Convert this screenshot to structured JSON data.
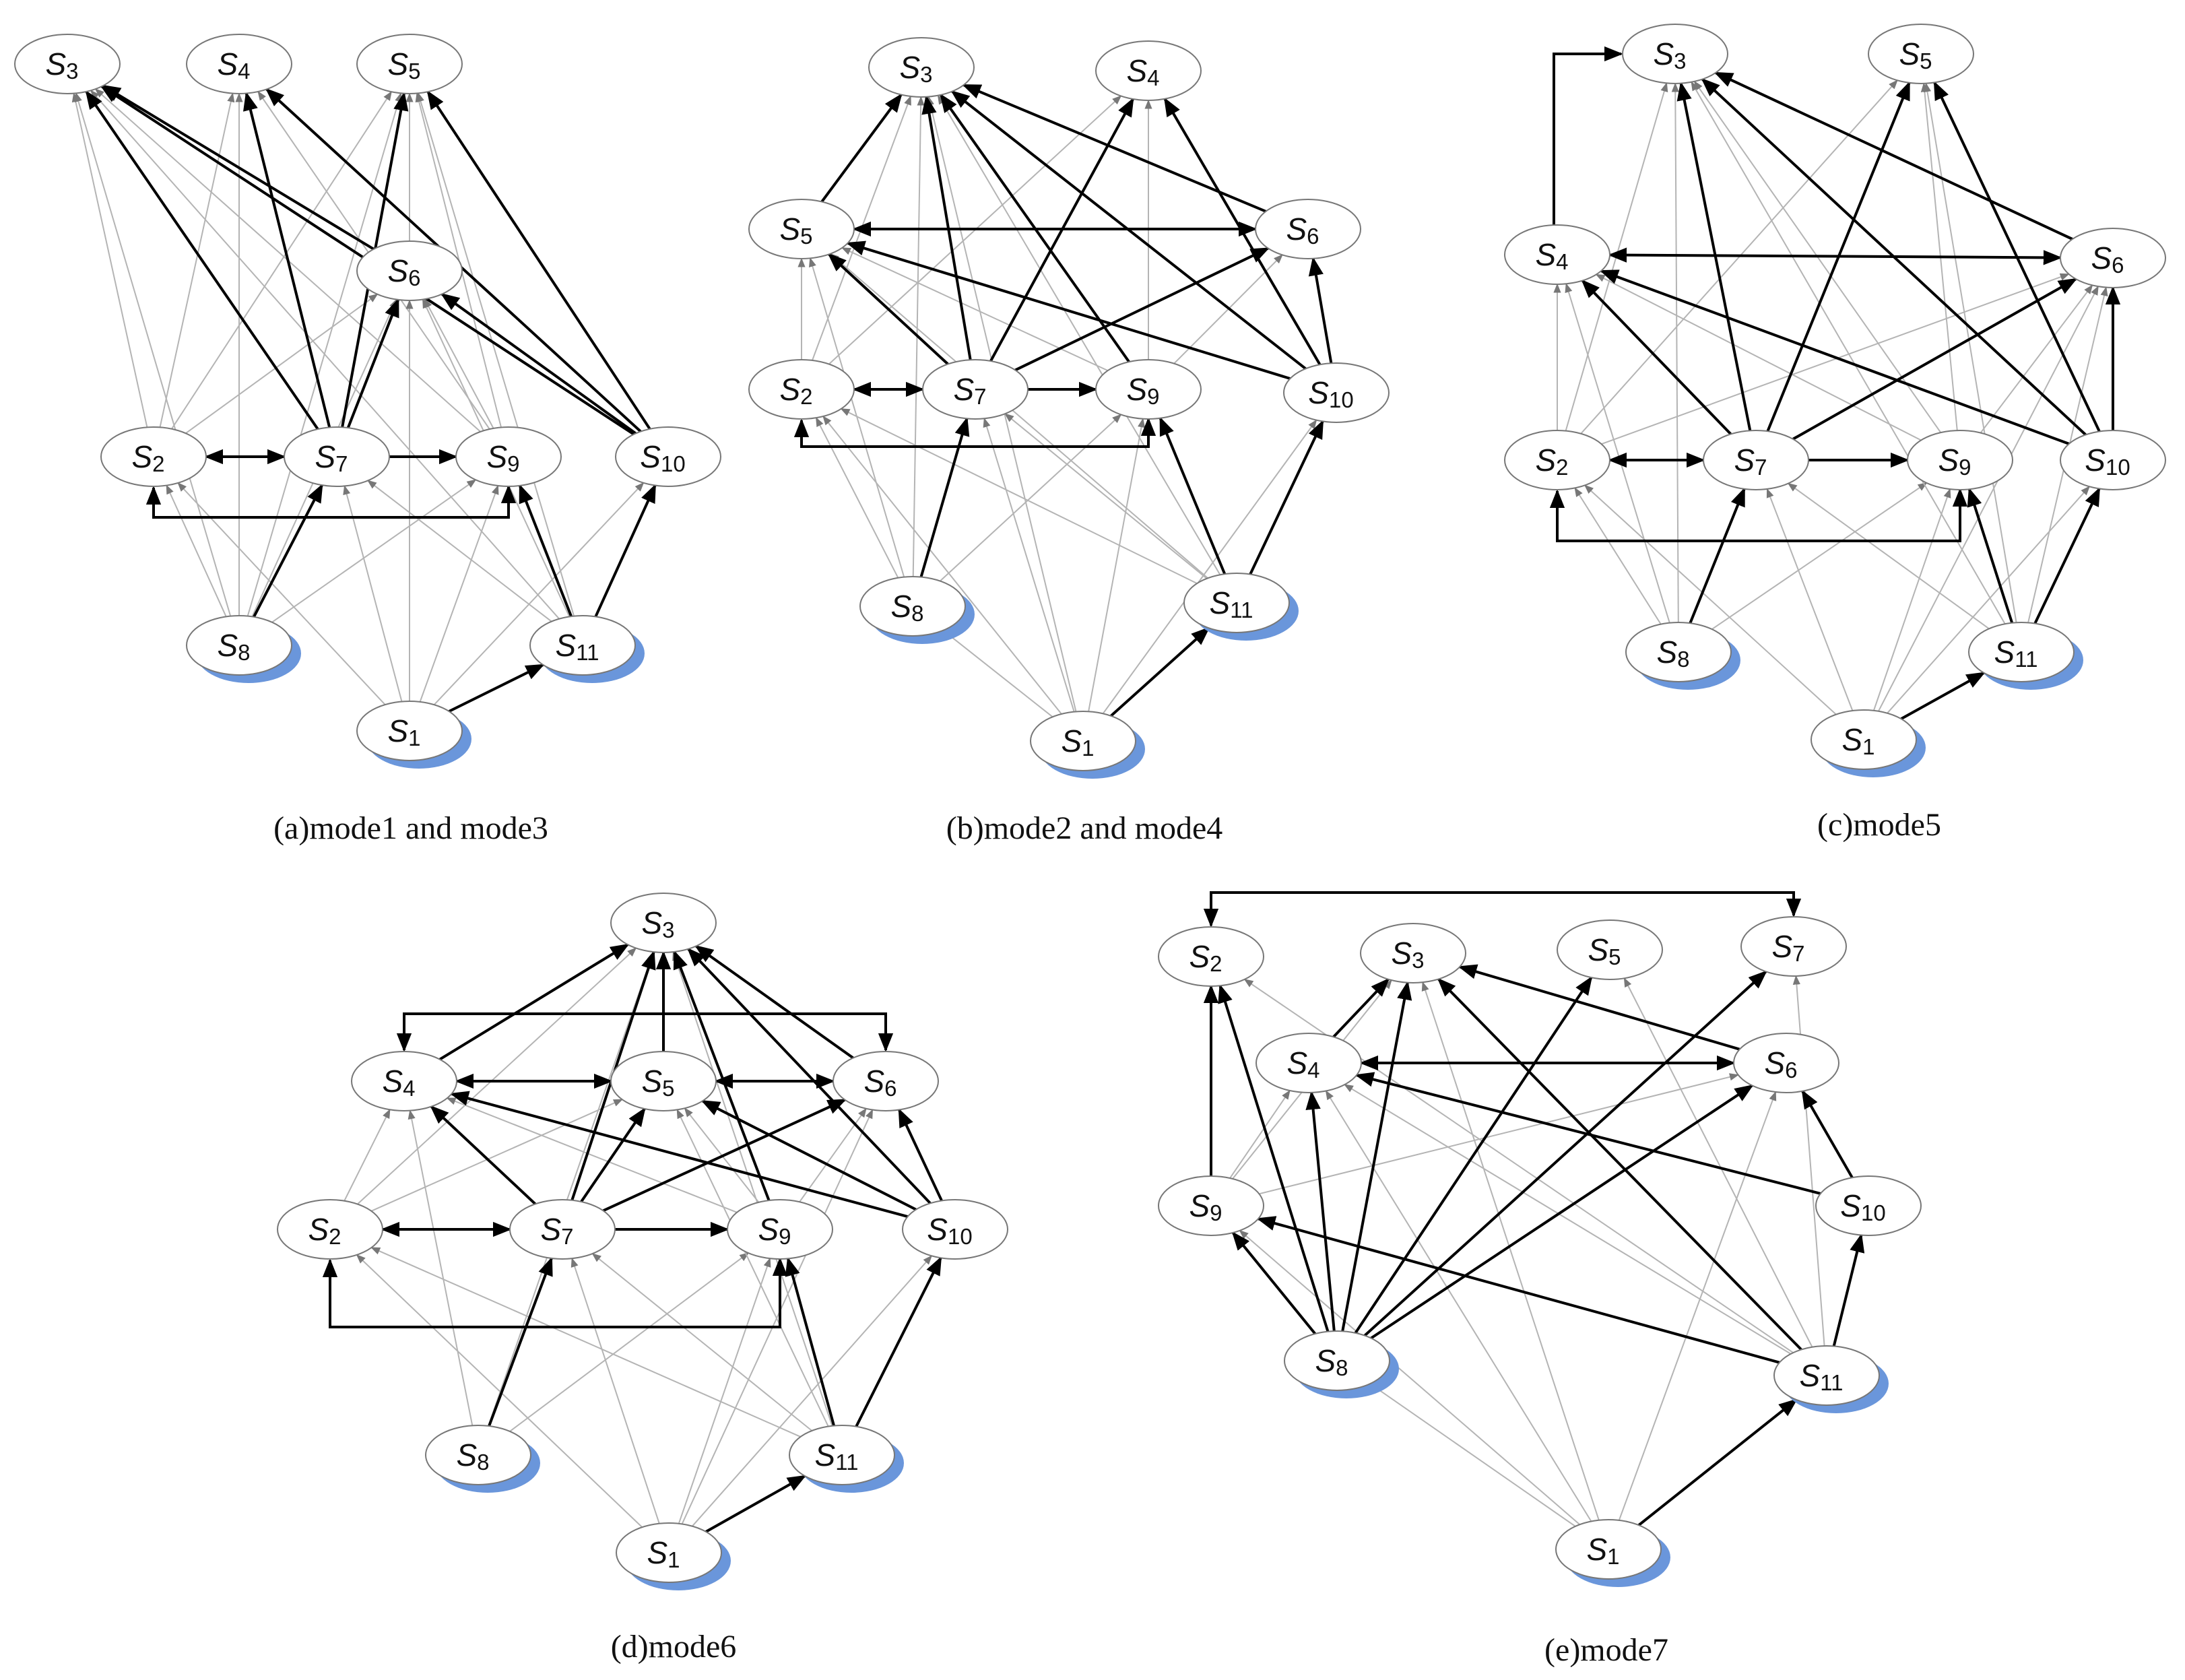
{
  "panels": [
    {
      "id": "a",
      "caption": "(a)mode1 and mode3",
      "nodes": [
        {
          "id": "3",
          "label": "S",
          "sub": "3"
        },
        {
          "id": "4",
          "label": "S",
          "sub": "4"
        },
        {
          "id": "5",
          "label": "S",
          "sub": "5"
        },
        {
          "id": "6",
          "label": "S",
          "sub": "6"
        },
        {
          "id": "2",
          "label": "S",
          "sub": "2"
        },
        {
          "id": "7",
          "label": "S",
          "sub": "7"
        },
        {
          "id": "9",
          "label": "S",
          "sub": "9"
        },
        {
          "id": "10",
          "label": "S",
          "sub": "10"
        },
        {
          "id": "8",
          "label": "S",
          "sub": "8",
          "shadow": true
        },
        {
          "id": "11",
          "label": "S",
          "sub": "11",
          "shadow": true
        },
        {
          "id": "1",
          "label": "S",
          "sub": "1",
          "shadow": true
        }
      ],
      "edges_bold": [
        [
          "7",
          "3"
        ],
        [
          "7",
          "4"
        ],
        [
          "7",
          "5"
        ],
        [
          "7",
          "6"
        ],
        [
          "6",
          "3"
        ],
        [
          "10",
          "3"
        ],
        [
          "10",
          "4"
        ],
        [
          "10",
          "5"
        ],
        [
          "10",
          "6"
        ],
        [
          "8",
          "7"
        ],
        [
          "11",
          "9"
        ],
        [
          "11",
          "10"
        ],
        [
          "1",
          "11"
        ],
        [
          "7",
          "9"
        ]
      ],
      "edges_bidir": [
        [
          "2",
          "7"
        ]
      ],
      "edges_elbow": [
        [
          "9",
          "2"
        ]
      ],
      "edges_gray": [
        [
          "2",
          "3"
        ],
        [
          "2",
          "4"
        ],
        [
          "2",
          "5"
        ],
        [
          "2",
          "6"
        ],
        [
          "9",
          "3"
        ],
        [
          "9",
          "4"
        ],
        [
          "9",
          "5"
        ],
        [
          "9",
          "6"
        ],
        [
          "8",
          "3"
        ],
        [
          "8",
          "4"
        ],
        [
          "8",
          "2"
        ],
        [
          "8",
          "6"
        ],
        [
          "8",
          "9"
        ],
        [
          "11",
          "3"
        ],
        [
          "11",
          "5"
        ],
        [
          "11",
          "6"
        ],
        [
          "11",
          "7"
        ],
        [
          "1",
          "2"
        ],
        [
          "1",
          "7"
        ],
        [
          "1",
          "9"
        ],
        [
          "1",
          "6"
        ],
        [
          "1",
          "10"
        ],
        [
          "7",
          "5"
        ],
        [
          "6",
          "5"
        ],
        [
          "8",
          "5"
        ]
      ]
    },
    {
      "id": "b",
      "caption": "(b)mode2 and mode4",
      "nodes": [
        {
          "id": "3",
          "label": "S",
          "sub": "3"
        },
        {
          "id": "4",
          "label": "S",
          "sub": "4"
        },
        {
          "id": "5",
          "label": "S",
          "sub": "5"
        },
        {
          "id": "6",
          "label": "S",
          "sub": "6"
        },
        {
          "id": "2",
          "label": "S",
          "sub": "2"
        },
        {
          "id": "7",
          "label": "S",
          "sub": "7"
        },
        {
          "id": "9",
          "label": "S",
          "sub": "9"
        },
        {
          "id": "10",
          "label": "S",
          "sub": "10"
        },
        {
          "id": "8",
          "label": "S",
          "sub": "8",
          "shadow": true
        },
        {
          "id": "11",
          "label": "S",
          "sub": "11",
          "shadow": true
        },
        {
          "id": "1",
          "label": "S",
          "sub": "1",
          "shadow": true
        }
      ],
      "edges_bold": [
        [
          "5",
          "3"
        ],
        [
          "7",
          "3"
        ],
        [
          "7",
          "4"
        ],
        [
          "7",
          "5"
        ],
        [
          "7",
          "6"
        ],
        [
          "6",
          "3"
        ],
        [
          "10",
          "3"
        ],
        [
          "10",
          "4"
        ],
        [
          "10",
          "5"
        ],
        [
          "10",
          "6"
        ],
        [
          "8",
          "7"
        ],
        [
          "11",
          "9"
        ],
        [
          "11",
          "10"
        ],
        [
          "1",
          "11"
        ],
        [
          "7",
          "9"
        ],
        [
          "9",
          "3"
        ]
      ],
      "edges_bidir": [
        [
          "2",
          "7"
        ],
        [
          "5",
          "6"
        ]
      ],
      "edges_elbow": [
        [
          "9",
          "2"
        ]
      ],
      "edges_gray": [
        [
          "2",
          "3"
        ],
        [
          "2",
          "5"
        ],
        [
          "2",
          "4"
        ],
        [
          "9",
          "4"
        ],
        [
          "9",
          "5"
        ],
        [
          "9",
          "6"
        ],
        [
          "8",
          "3"
        ],
        [
          "8",
          "5"
        ],
        [
          "8",
          "2"
        ],
        [
          "8",
          "9"
        ],
        [
          "11",
          "3"
        ],
        [
          "11",
          "5"
        ],
        [
          "11",
          "7"
        ],
        [
          "11",
          "2"
        ],
        [
          "1",
          "2"
        ],
        [
          "1",
          "7"
        ],
        [
          "1",
          "9"
        ],
        [
          "1",
          "10"
        ],
        [
          "1",
          "3"
        ],
        [
          "1",
          "8"
        ]
      ]
    },
    {
      "id": "c",
      "caption": "(c)mode5",
      "nodes": [
        {
          "id": "3",
          "label": "S",
          "sub": "3"
        },
        {
          "id": "5",
          "label": "S",
          "sub": "5"
        },
        {
          "id": "4",
          "label": "S",
          "sub": "4"
        },
        {
          "id": "6",
          "label": "S",
          "sub": "6"
        },
        {
          "id": "2",
          "label": "S",
          "sub": "2"
        },
        {
          "id": "7",
          "label": "S",
          "sub": "7"
        },
        {
          "id": "9",
          "label": "S",
          "sub": "9"
        },
        {
          "id": "10",
          "label": "S",
          "sub": "10"
        },
        {
          "id": "8",
          "label": "S",
          "sub": "8",
          "shadow": true
        },
        {
          "id": "11",
          "label": "S",
          "sub": "11",
          "shadow": true
        },
        {
          "id": "1",
          "label": "S",
          "sub": "1",
          "shadow": true
        }
      ],
      "edges_bold": [
        [
          "7",
          "3"
        ],
        [
          "7",
          "4"
        ],
        [
          "7",
          "5"
        ],
        [
          "7",
          "6"
        ],
        [
          "6",
          "3"
        ],
        [
          "10",
          "3"
        ],
        [
          "10",
          "4"
        ],
        [
          "10",
          "5"
        ],
        [
          "10",
          "6"
        ],
        [
          "8",
          "7"
        ],
        [
          "11",
          "9"
        ],
        [
          "11",
          "10"
        ],
        [
          "1",
          "11"
        ],
        [
          "7",
          "9"
        ]
      ],
      "edges_bidir": [
        [
          "2",
          "7"
        ],
        [
          "4",
          "6"
        ]
      ],
      "edges_elbow": [
        [
          "9",
          "2"
        ]
      ],
      "edges_elbow_up": [
        [
          "4",
          "3"
        ]
      ],
      "edges_gray": [
        [
          "2",
          "3"
        ],
        [
          "2",
          "5"
        ],
        [
          "2",
          "4"
        ],
        [
          "2",
          "6"
        ],
        [
          "9",
          "3"
        ],
        [
          "9",
          "4"
        ],
        [
          "9",
          "5"
        ],
        [
          "9",
          "6"
        ],
        [
          "8",
          "3"
        ],
        [
          "8",
          "4"
        ],
        [
          "8",
          "2"
        ],
        [
          "8",
          "9"
        ],
        [
          "11",
          "3"
        ],
        [
          "11",
          "5"
        ],
        [
          "11",
          "6"
        ],
        [
          "11",
          "7"
        ],
        [
          "1",
          "2"
        ],
        [
          "1",
          "7"
        ],
        [
          "1",
          "9"
        ],
        [
          "1",
          "6"
        ],
        [
          "1",
          "10"
        ]
      ]
    },
    {
      "id": "d",
      "caption": "(d)mode6",
      "nodes": [
        {
          "id": "3",
          "label": "S",
          "sub": "3"
        },
        {
          "id": "4",
          "label": "S",
          "sub": "4"
        },
        {
          "id": "5",
          "label": "S",
          "sub": "5"
        },
        {
          "id": "6",
          "label": "S",
          "sub": "6"
        },
        {
          "id": "2",
          "label": "S",
          "sub": "2"
        },
        {
          "id": "7",
          "label": "S",
          "sub": "7"
        },
        {
          "id": "9",
          "label": "S",
          "sub": "9"
        },
        {
          "id": "10",
          "label": "S",
          "sub": "10"
        },
        {
          "id": "8",
          "label": "S",
          "sub": "8",
          "shadow": true
        },
        {
          "id": "11",
          "label": "S",
          "sub": "11",
          "shadow": true
        },
        {
          "id": "1",
          "label": "S",
          "sub": "1",
          "shadow": true
        }
      ],
      "edges_bold": [
        [
          "4",
          "3"
        ],
        [
          "5",
          "3"
        ],
        [
          "6",
          "3"
        ],
        [
          "7",
          "3"
        ],
        [
          "7",
          "4"
        ],
        [
          "7",
          "5"
        ],
        [
          "7",
          "6"
        ],
        [
          "10",
          "3"
        ],
        [
          "10",
          "4"
        ],
        [
          "10",
          "5"
        ],
        [
          "10",
          "6"
        ],
        [
          "8",
          "7"
        ],
        [
          "11",
          "9"
        ],
        [
          "11",
          "10"
        ],
        [
          "1",
          "11"
        ],
        [
          "7",
          "9"
        ],
        [
          "9",
          "3"
        ]
      ],
      "edges_bidir": [
        [
          "2",
          "7"
        ],
        [
          "4",
          "5"
        ],
        [
          "5",
          "6"
        ]
      ],
      "edges_elbow": [
        [
          "9",
          "2"
        ]
      ],
      "edges_elbow_top": [
        [
          "4",
          "6"
        ]
      ],
      "edges_gray": [
        [
          "2",
          "3"
        ],
        [
          "2",
          "4"
        ],
        [
          "2",
          "5"
        ],
        [
          "9",
          "4"
        ],
        [
          "9",
          "5"
        ],
        [
          "9",
          "6"
        ],
        [
          "8",
          "3"
        ],
        [
          "8",
          "4"
        ],
        [
          "8",
          "9"
        ],
        [
          "11",
          "3"
        ],
        [
          "11",
          "5"
        ],
        [
          "11",
          "7"
        ],
        [
          "11",
          "2"
        ],
        [
          "1",
          "2"
        ],
        [
          "1",
          "7"
        ],
        [
          "1",
          "9"
        ],
        [
          "1",
          "6"
        ],
        [
          "1",
          "10"
        ]
      ]
    },
    {
      "id": "e",
      "caption": "(e)mode7",
      "nodes": [
        {
          "id": "2",
          "label": "S",
          "sub": "2"
        },
        {
          "id": "3",
          "label": "S",
          "sub": "3"
        },
        {
          "id": "5",
          "label": "S",
          "sub": "5"
        },
        {
          "id": "7",
          "label": "S",
          "sub": "7"
        },
        {
          "id": "4",
          "label": "S",
          "sub": "4"
        },
        {
          "id": "6",
          "label": "S",
          "sub": "6"
        },
        {
          "id": "9",
          "label": "S",
          "sub": "9"
        },
        {
          "id": "10",
          "label": "S",
          "sub": "10"
        },
        {
          "id": "8",
          "label": "S",
          "sub": "8",
          "shadow": true
        },
        {
          "id": "11",
          "label": "S",
          "sub": "11",
          "shadow": true
        },
        {
          "id": "1",
          "label": "S",
          "sub": "1",
          "shadow": true
        }
      ],
      "edges_bold": [
        [
          "4",
          "3"
        ],
        [
          "6",
          "3"
        ],
        [
          "8",
          "2"
        ],
        [
          "8",
          "3"
        ],
        [
          "8",
          "4"
        ],
        [
          "8",
          "5"
        ],
        [
          "8",
          "6"
        ],
        [
          "8",
          "7"
        ],
        [
          "10",
          "4"
        ],
        [
          "10",
          "6"
        ],
        [
          "11",
          "9"
        ],
        [
          "11",
          "10"
        ],
        [
          "1",
          "11"
        ],
        [
          "9",
          "2"
        ],
        [
          "11",
          "3"
        ],
        [
          "8",
          "9"
        ]
      ],
      "edges_bidir": [
        [
          "4",
          "6"
        ]
      ],
      "edges_elbow_top": [
        [
          "2",
          "7"
        ]
      ],
      "edges_gray": [
        [
          "9",
          "3"
        ],
        [
          "9",
          "4"
        ],
        [
          "9",
          "6"
        ],
        [
          "11",
          "4"
        ],
        [
          "11",
          "5"
        ],
        [
          "11",
          "7"
        ],
        [
          "11",
          "2"
        ],
        [
          "1",
          "4"
        ],
        [
          "1",
          "6"
        ],
        [
          "1",
          "9"
        ],
        [
          "1",
          "8"
        ],
        [
          "1",
          "3"
        ]
      ]
    }
  ]
}
